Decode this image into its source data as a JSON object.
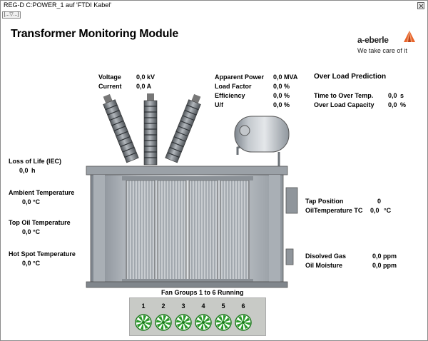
{
  "window": {
    "title": "REG-D C:POWER_1  auf  'FTDI Kabel'"
  },
  "dropdown": {
    "label": "[...▽...]"
  },
  "module_title": "Transformer Monitoring Module",
  "logo": {
    "name": "a-eberle",
    "tagline": "We take care of it"
  },
  "electrical": {
    "voltage": {
      "label": "Voltage",
      "value": "0,0 kV"
    },
    "current": {
      "label": "Current",
      "value": "0,0  A"
    },
    "apparent_power": {
      "label": "Apparent Power",
      "value": "0,0 MVA"
    },
    "load_factor": {
      "label": "Load Factor",
      "value": "0,0  %"
    },
    "efficiency": {
      "label": "Efficiency",
      "value": "0,0  %"
    },
    "uf": {
      "label": "U/f",
      "value": "0,0  %"
    }
  },
  "overload": {
    "heading": "Over Load Prediction",
    "time_to_over_temp": {
      "label": "Time to Over Temp.",
      "value": "0,0",
      "unit": "s"
    },
    "over_load_capacity": {
      "label": "Over Load Capacity",
      "value": "0,0",
      "unit": "%"
    }
  },
  "left_panel": {
    "loss_of_life": {
      "label": "Loss of Life (IEC)",
      "value": "0,0",
      "unit": "h"
    },
    "ambient_temperature": {
      "label": "Ambient Temperature",
      "value": "0,0 °C"
    },
    "top_oil_temperature": {
      "label": "Top Oil Temperature",
      "value": "0,0 °C"
    },
    "hot_spot_temperature": {
      "label": "Hot Spot Temperature",
      "value": "0,0 °C"
    }
  },
  "right_panel": {
    "tap_position": {
      "label": "Tap Position",
      "value": "0"
    },
    "oil_temperature_tc": {
      "label": "OilTemperature TC",
      "value": "0,0",
      "unit": "°C"
    },
    "disolved_gas": {
      "label": "Disolved Gas",
      "value": "0,0 ppm"
    },
    "oil_moisture": {
      "label": "Oil Moisture",
      "value": "0,0 ppm"
    }
  },
  "fans": {
    "title": "Fan Groups 1 to 6 Running",
    "groups": [
      "1",
      "2",
      "3",
      "4",
      "5",
      "6"
    ],
    "running_color": "#2a9a2a"
  }
}
